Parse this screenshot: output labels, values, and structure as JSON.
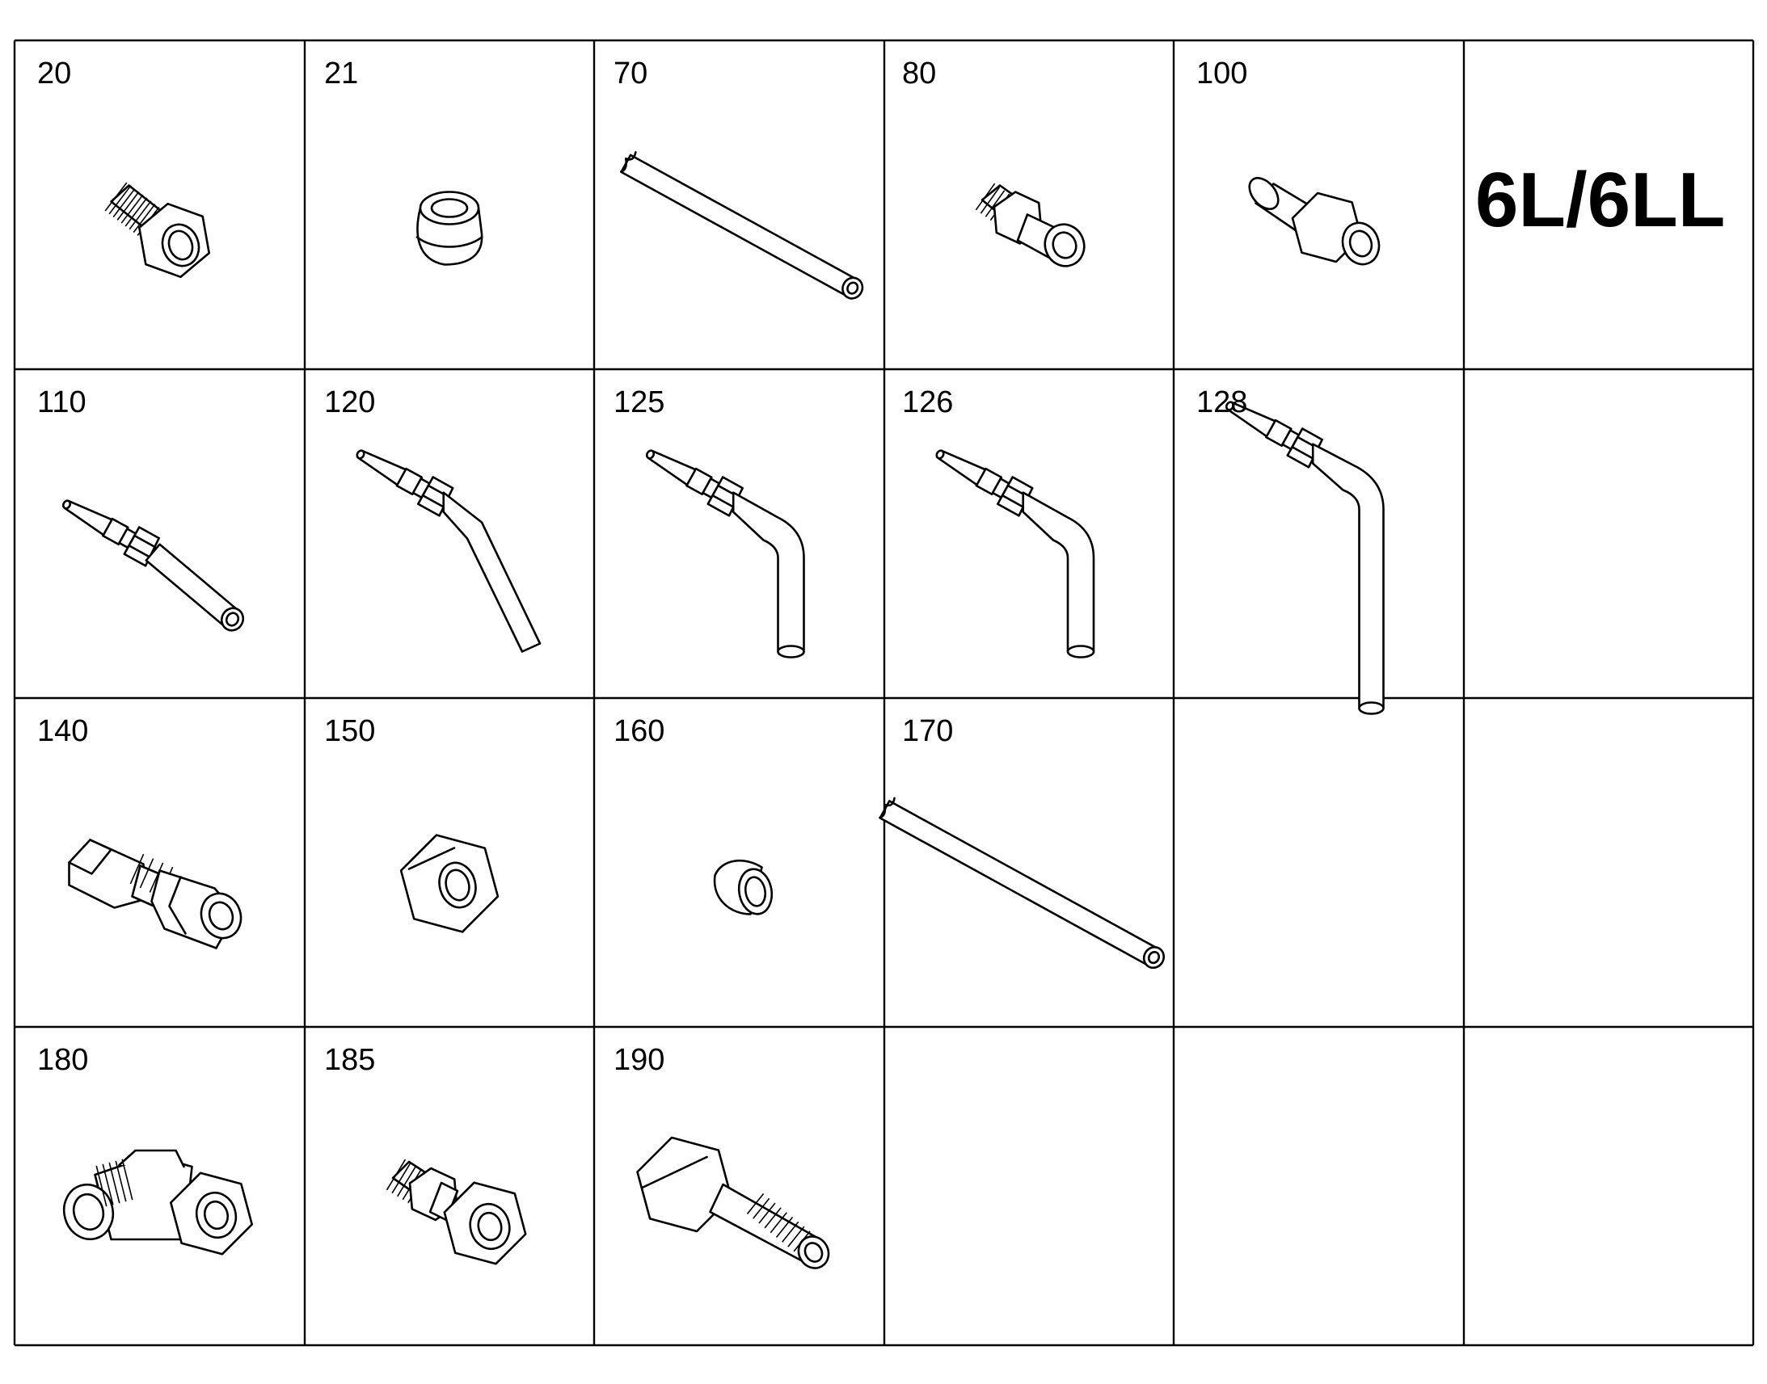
{
  "variant_label": "6L/6LL",
  "parts": [
    {
      "number": "20",
      "icon": "threaded-plug-icon"
    },
    {
      "number": "21",
      "icon": "compression-ring-icon"
    },
    {
      "number": "70",
      "icon": "straight-pipe-icon"
    },
    {
      "number": "80",
      "icon": "straight-connector-icon"
    },
    {
      "number": "100",
      "icon": "reducing-connector-icon"
    },
    {
      "number": "110",
      "icon": "straight-injection-line-icon"
    },
    {
      "number": "120",
      "icon": "bent-injection-line-icon"
    },
    {
      "number": "125",
      "icon": "elbow-injection-line-icon"
    },
    {
      "number": "126",
      "icon": "elbow-injection-line-icon"
    },
    {
      "number": "128",
      "icon": "long-elbow-injection-line-icon"
    },
    {
      "number": "140",
      "icon": "union-connector-icon"
    },
    {
      "number": "150",
      "icon": "union-nut-icon"
    },
    {
      "number": "160",
      "icon": "cutting-ring-icon"
    },
    {
      "number": "170",
      "icon": "straight-pipe-icon"
    },
    {
      "number": "180",
      "icon": "elbow-connector-icon"
    },
    {
      "number": "185",
      "icon": "bulkhead-connector-icon"
    },
    {
      "number": "190",
      "icon": "hollow-screw-icon"
    }
  ]
}
